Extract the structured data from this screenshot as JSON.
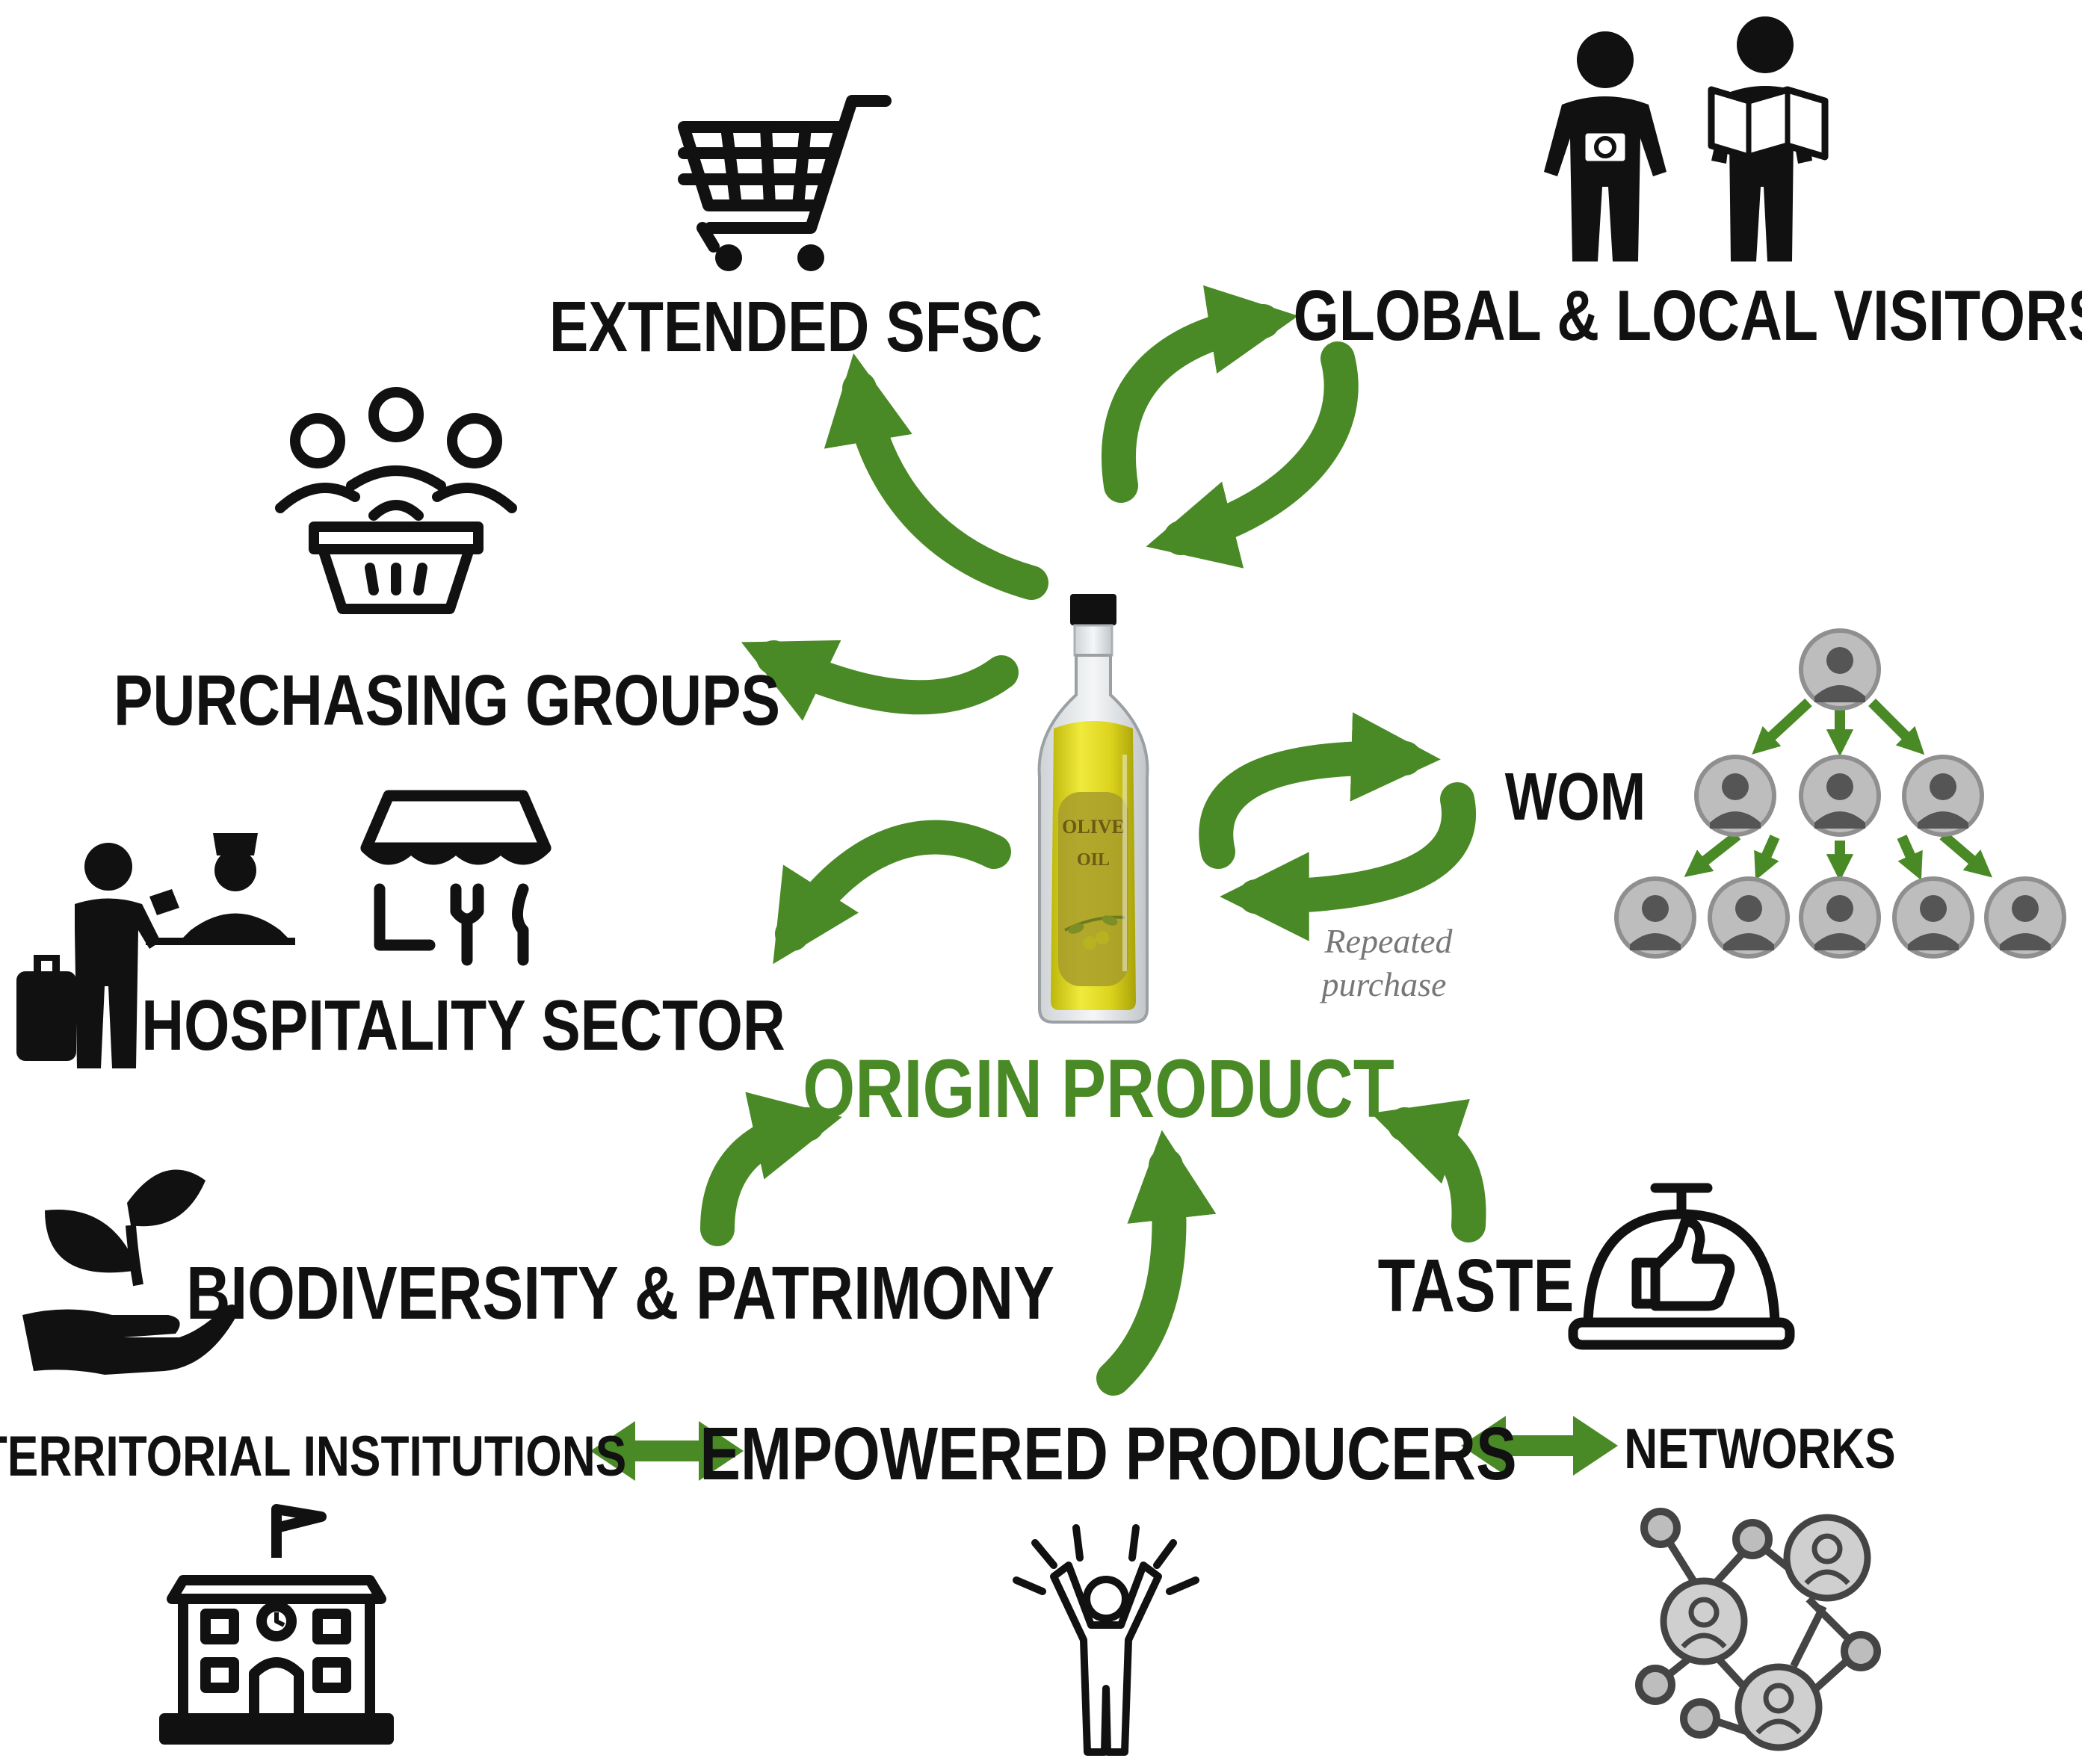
{
  "colors": {
    "arrow_green": "#4a8a26",
    "text_dark": "#111111",
    "oil_yellow": "#d7cf1a",
    "grey_text": "#777777"
  },
  "center": {
    "title": "ORIGIN PRODUCT",
    "bottle_label_line1": "OLIVE",
    "bottle_label_line2": "OIL",
    "icon": "olive-oil-bottle-icon"
  },
  "outputs": [
    {
      "id": "extended-sfsc",
      "label": "EXTENDED SFSC",
      "icon": "shopping-cart-icon"
    },
    {
      "id": "global-local-visitors",
      "label": "GLOBAL & LOCAL VISITORS",
      "icon": "tourists-icon"
    },
    {
      "id": "purchasing-groups",
      "label": "PURCHASING GROUPS",
      "icon": "group-basket-icon"
    },
    {
      "id": "hospitality-sector",
      "label": "HOSPITALITY SECTOR",
      "icon": "hotel-restaurant-icon"
    },
    {
      "id": "wom",
      "label": "WOM",
      "icon": "word-of-mouth-tree-icon"
    }
  ],
  "repeated_purchase": {
    "line1": "Repeated",
    "line2": "purchase"
  },
  "inputs": [
    {
      "id": "biodiversity",
      "label": "BIODIVERSITY & PATRIMONY",
      "icon": "plant-hand-icon"
    },
    {
      "id": "taste",
      "label": "TASTE",
      "icon": "cloche-thumbs-up-icon"
    },
    {
      "id": "empowered-producers",
      "label": "EMPOWERED PRODUCERS",
      "icon": "cheering-person-icon"
    }
  ],
  "bottom": {
    "territorial_institutions": "TERRITORIAL INSTITUTIONS",
    "networks": "NETWORKS",
    "institution_icon": "town-hall-icon",
    "network_icon": "network-people-icon"
  }
}
